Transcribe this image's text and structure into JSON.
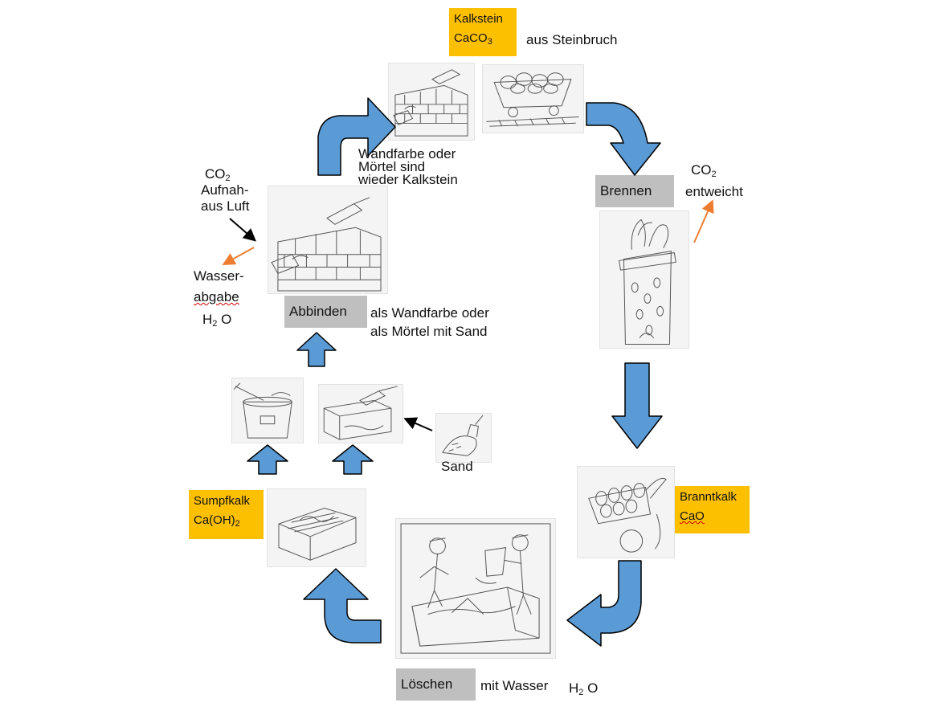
{
  "top": {
    "kalkstein_name": "Kalkstein",
    "kalkstein_formula_main": "CaCO",
    "kalkstein_formula_sub": "3",
    "source_label": "aus Steinbruch"
  },
  "brennen": {
    "label": "Brennen",
    "co2_main": "CO",
    "co2_sub": "2",
    "co2_text": "entweicht"
  },
  "branntkalk": {
    "name": "Branntkalk",
    "formula": "CaO"
  },
  "loeschen": {
    "label": "Löschen",
    "with_water": "mit Wasser",
    "water_main": "H",
    "water_sub": "2",
    "water_tail": " O"
  },
  "sumpfkalk": {
    "name": "Sumpfkalk",
    "formula_main": "Ca(OH)",
    "formula_sub": "2"
  },
  "sand": {
    "label": "Sand"
  },
  "abbinden": {
    "label": "Abbinden",
    "line1": "als Wandfarbe oder",
    "line2": "als Mörtel mit Sand"
  },
  "left": {
    "co2_main": "CO",
    "co2_sub": "2",
    "aufnahme_line1": "Aufnah-",
    "aufnahme_line2": "aus Luft",
    "wasser_line1": "Wasser-",
    "wasser_line2": "abgabe",
    "h2o_main": "H",
    "h2o_sub": "2",
    "h2o_tail": " O"
  },
  "wall": {
    "line1": "Wandfarbe oder",
    "line2": "Mörtel sind",
    "line3": "wieder Kalkstein"
  },
  "colors": {
    "arrow_fill": "#5b9bd5",
    "arrow_stroke": "#000000",
    "chemical_label_bg": "#fdc000",
    "process_label_bg": "#bfbfbf",
    "gas_arrow": "#ed7d31"
  }
}
